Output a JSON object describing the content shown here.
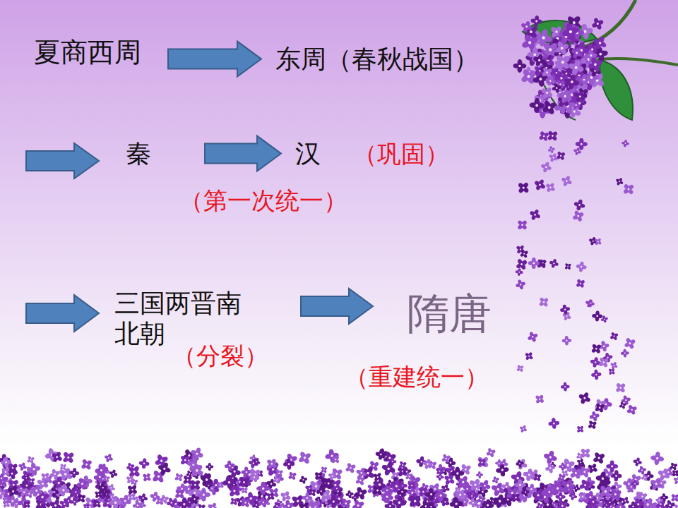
{
  "diagram": {
    "nodes": [
      {
        "text": [
          "夏商西周"
        ]
      },
      {
        "text": [
          "东周（春秋战国）"
        ]
      },
      {
        "text": [
          "秦"
        ]
      },
      {
        "text": [
          "汉"
        ]
      },
      {
        "text": [
          "三国两晋南 北朝"
        ]
      },
      {
        "text": [
          "隋唐"
        ]
      }
    ],
    "edges": [
      {
        "from": 0,
        "to": 1,
        "arrow": "to"
      },
      {
        "from": 2,
        "to": 3,
        "arrow": "to"
      },
      {
        "from": 4,
        "to": 5,
        "arrow": "to"
      }
    ],
    "labels": [
      "（巩固）",
      "（第一次统一）",
      "（分裂）",
      "（重建统一）"
    ]
  }
}
